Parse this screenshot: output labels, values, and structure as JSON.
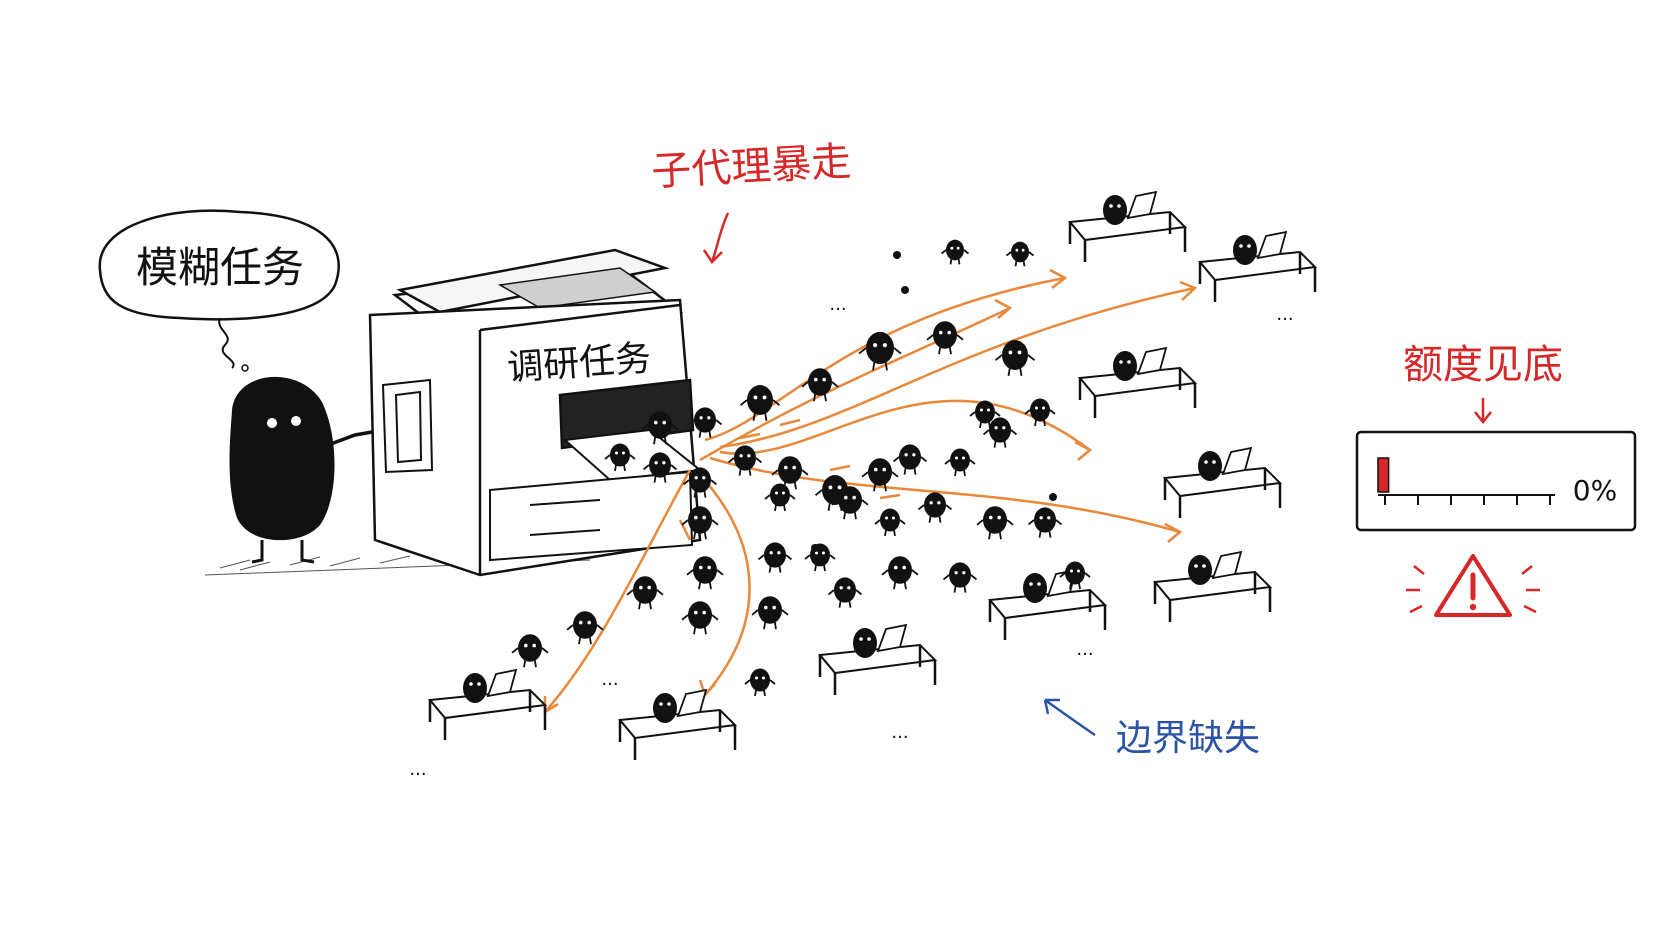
{
  "labels": {
    "thought_bubble": "模糊任务",
    "machine": "调研任务",
    "subagent_runaway": "子代理暴走",
    "quota_exhausted": "额度见底",
    "missing_boundary": "边界缺失",
    "quota_percent": "0%",
    "ellipsis": "..."
  },
  "quota": {
    "fill_fraction": 0.06
  },
  "colors": {
    "ink": "#111111",
    "arrow_orange": "#e8883a",
    "alert_red": "#d62828",
    "note_blue": "#2b54a6"
  },
  "icons": [
    "warning-icon"
  ]
}
